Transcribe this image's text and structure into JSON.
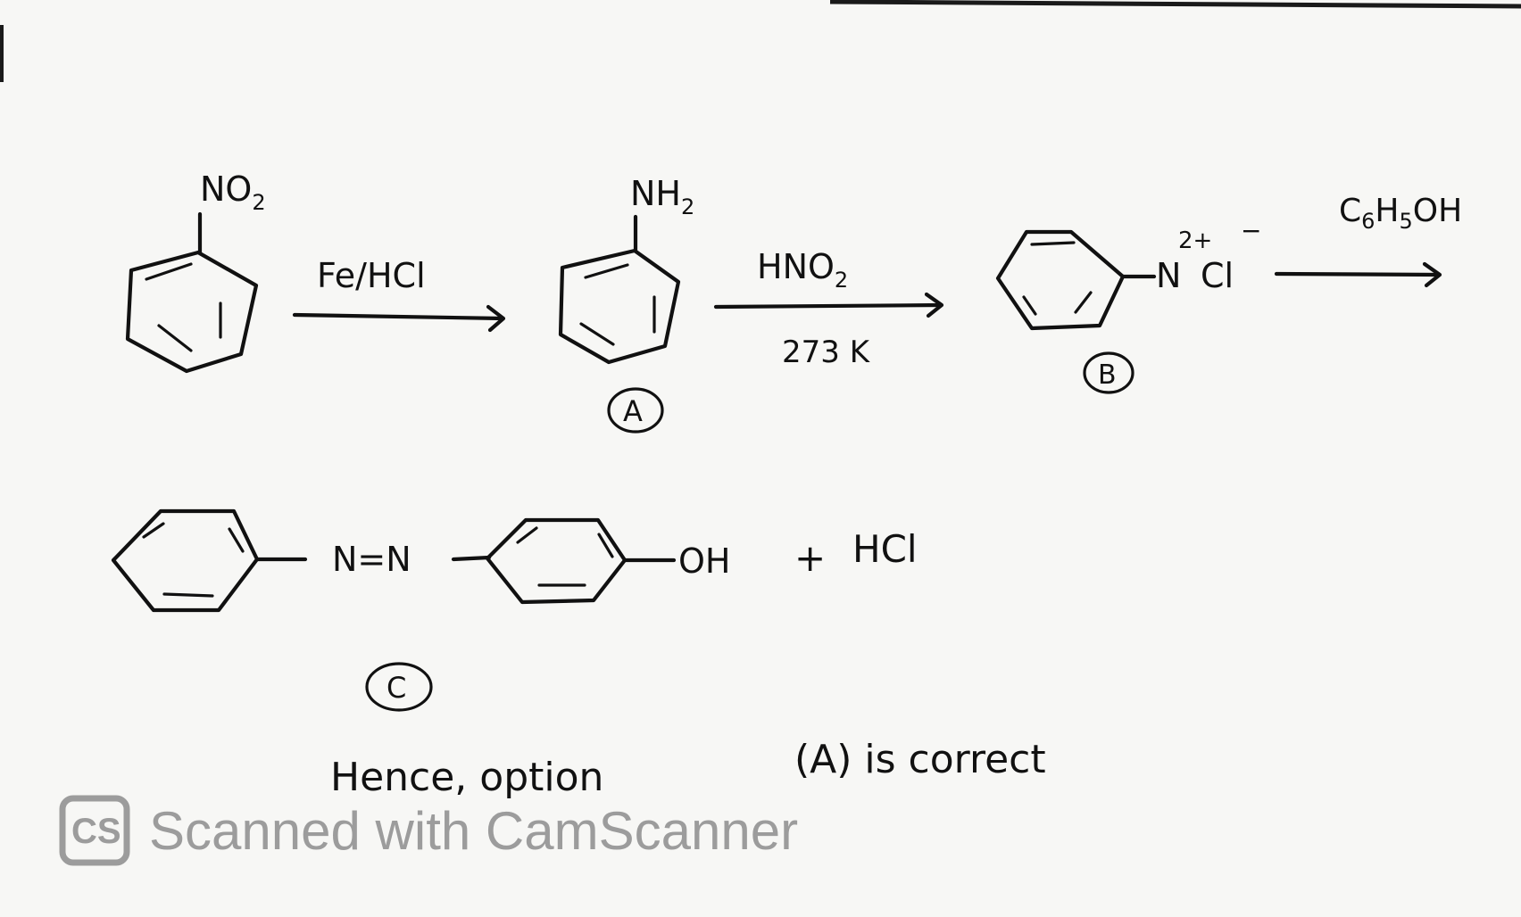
{
  "reaction": {
    "nitrobenzene": {
      "group": "NO",
      "group_sub": "2"
    },
    "step1_reagent": "Fe/HCl",
    "aniline": {
      "group": "NH",
      "group_sub": "2",
      "label": "A"
    },
    "step2_reagent": "HNO",
    "step2_reagent_sub": "2",
    "step2_condition": "273 K",
    "diazonium": {
      "group": "N",
      "cation_charge": "2+",
      "anion": "Cl",
      "anion_charge": "−",
      "label": "B"
    },
    "step3_reagent": "C",
    "step3_reagent_sub1": "6",
    "step3_reagent_mid": "H",
    "step3_reagent_sub2": "5",
    "step3_reagent_end": "OH"
  },
  "product": {
    "azo_link": "N=N",
    "oh_group": "OH",
    "plus": "+",
    "byproduct": "HCl",
    "label": "C"
  },
  "conclusion": {
    "part1": "Hence, option",
    "part2": "(A) is correct"
  },
  "watermark": {
    "logo": "CS",
    "text": "Scanned with CamScanner"
  }
}
